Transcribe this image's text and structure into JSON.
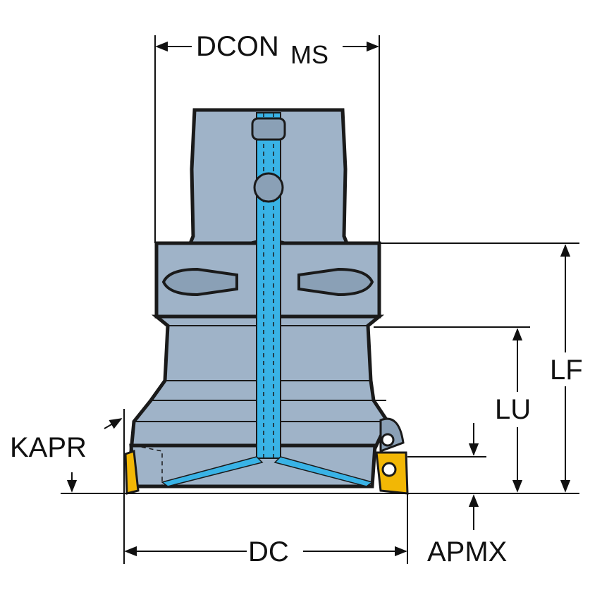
{
  "colors": {
    "body": "#9fb3c8",
    "body_shade": "#8aa0b6",
    "outline": "#1a1a1a",
    "coolant": "#39b3e6",
    "insert": "#f2b705",
    "dim_line": "#111111"
  },
  "labels": {
    "dcon": "DCON",
    "dcon_sub": "MS",
    "lf": "LF",
    "lu": "LU",
    "kapr": "KAPR",
    "dc": "DC",
    "apmx": "APMX"
  },
  "icons": [
    "arrow-icon",
    "screw-icon"
  ]
}
